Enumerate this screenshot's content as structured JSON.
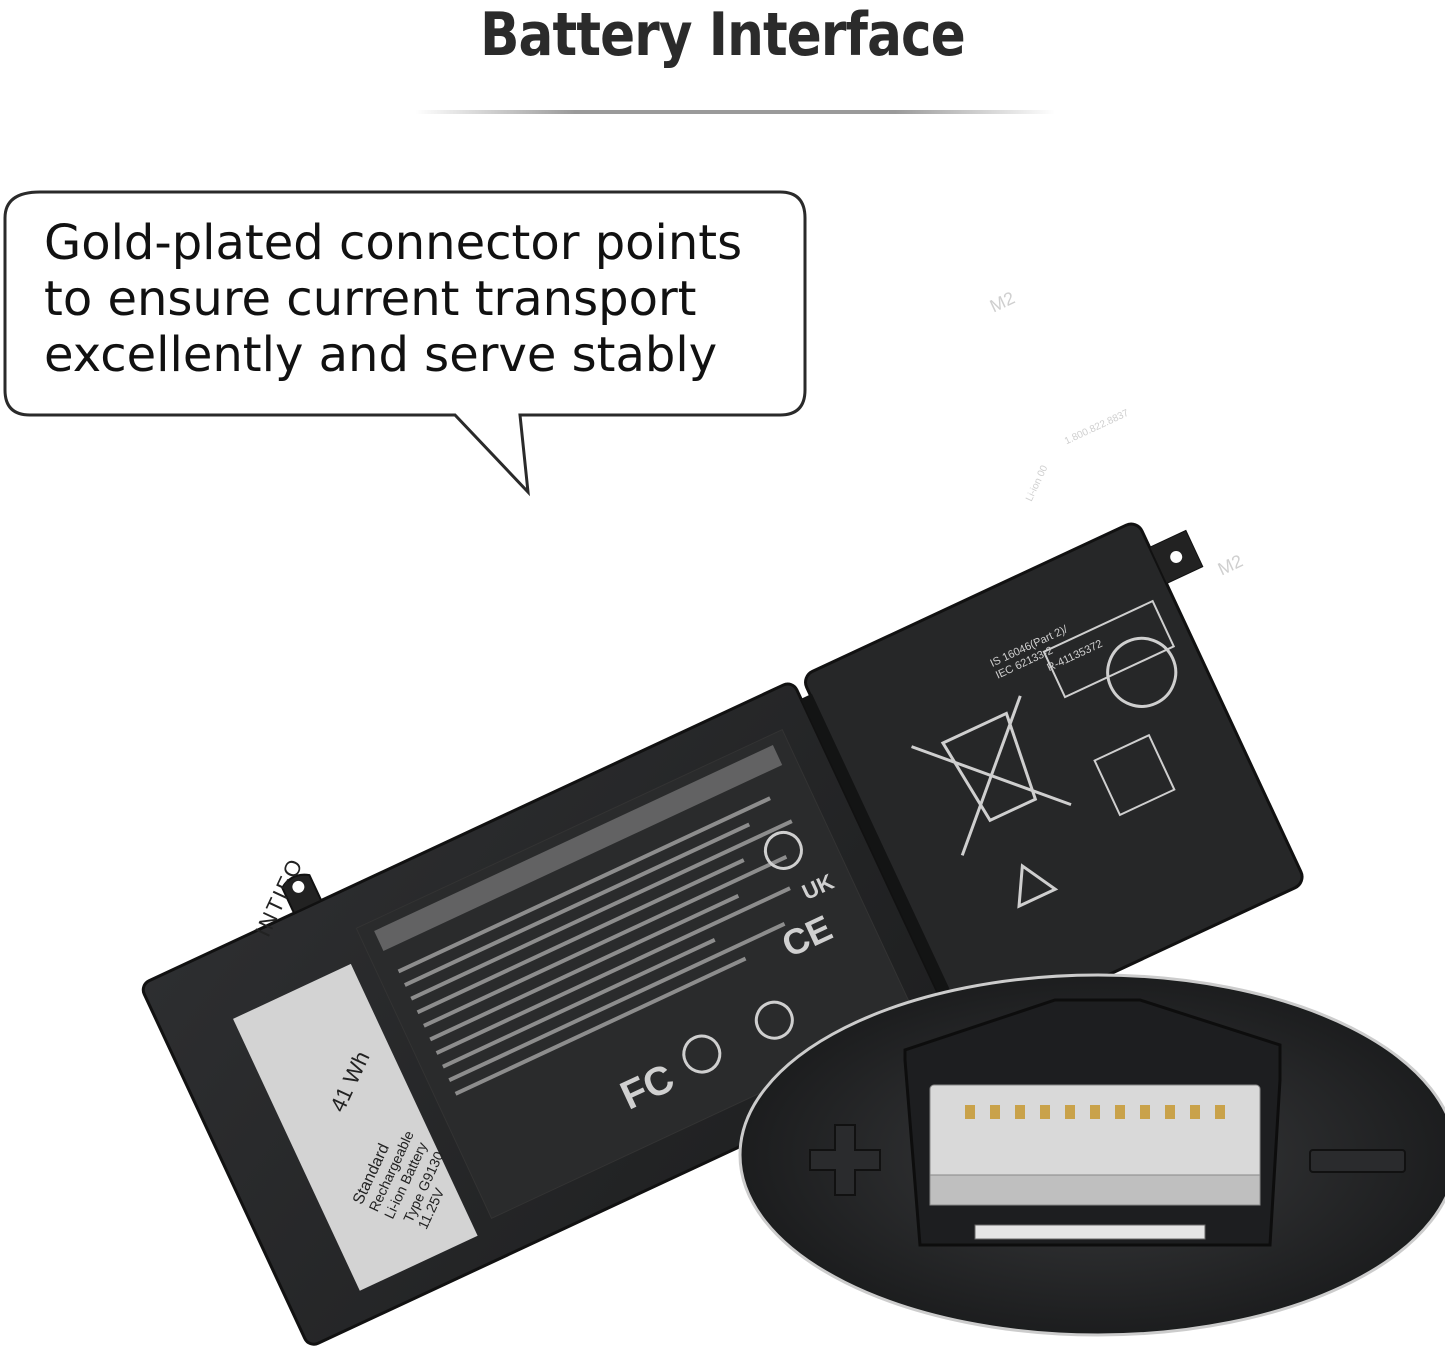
{
  "heading": "Battery Interface",
  "callout": {
    "lines": [
      "Gold-plated connector points",
      "to ensure current transport",
      "excellently and serve stably"
    ]
  },
  "battery": {
    "brand": "INTIFO",
    "capacity_wh": "41 Wh",
    "label_lines": [
      "Standard",
      "Rechargeable",
      "Li-ion Battery"
    ],
    "type": "Type G9130",
    "voltage": "11.25V",
    "cell_marking": "M2",
    "recycle_number": "1.800.822.8837",
    "li_ion_mark": "Li-ion 00",
    "standards": [
      "IS 16046(Part 2)/",
      "IEC 62133-2"
    ],
    "reg_number": "R-41135372"
  },
  "colors": {
    "battery_body": "#262728",
    "battery_edge": "#1a1b1c",
    "label_gray": "#d3d3d3",
    "connector_gold": "#c9a24a"
  }
}
